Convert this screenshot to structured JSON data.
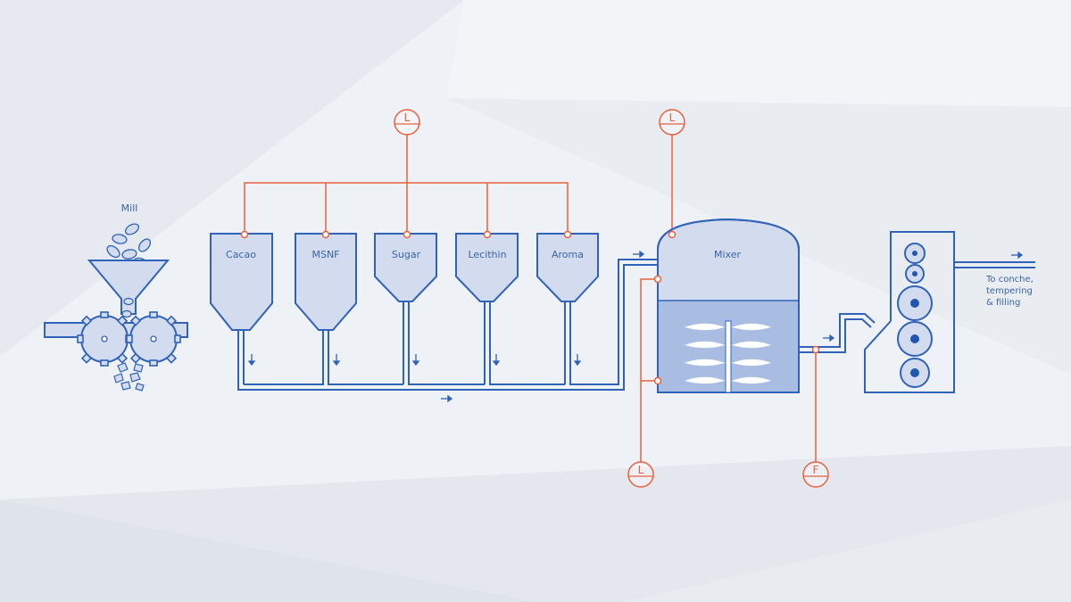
{
  "labels": {
    "mill": "Mill",
    "silo_1": "Cacao",
    "silo_2": "MSNF",
    "silo_3": "Sugar",
    "silo_4": "Lecithin",
    "silo_5": "Aroma",
    "mixer": "Mixer",
    "out_1": "To conche,",
    "out_2": "tempering",
    "out_3": "& filling"
  },
  "sensors": {
    "level_silos": "L",
    "level_mixer_top": "L",
    "level_mixer_side": "L",
    "flow_outlet": "F"
  },
  "colors": {
    "line": "#2f62b8",
    "fill": "#d3dcee",
    "fill_dark": "#a9bde2",
    "signal": "#e8603c",
    "background": "#eef1f5"
  }
}
